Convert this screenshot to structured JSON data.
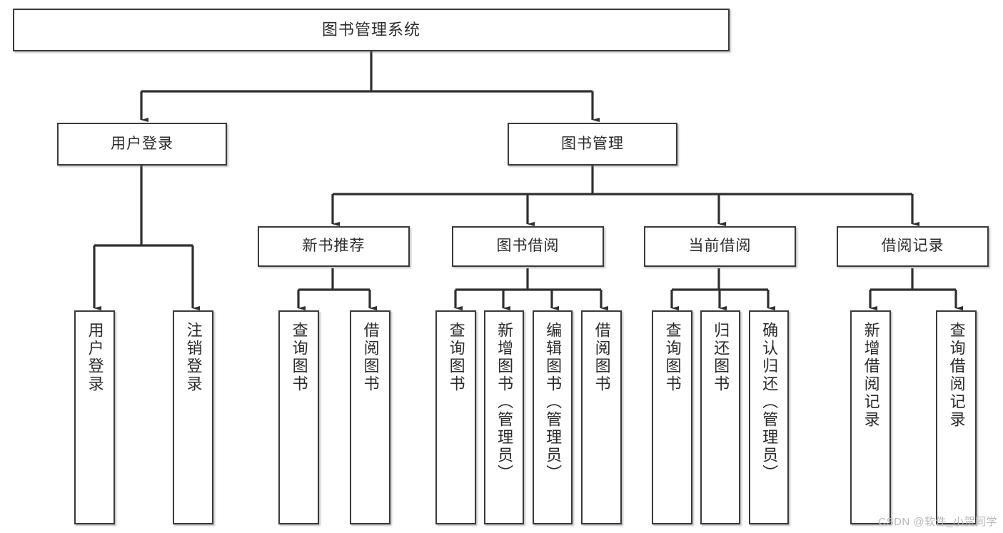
{
  "diagram": {
    "type": "tree-hierarchy",
    "title": "图书管理系统",
    "orientation": "top-down",
    "colors": {
      "background": "#ffffff",
      "box_border": "#3a3a3a",
      "box_fill": "#ffffff",
      "text": "#2b2b2b",
      "connector": "#2f2f2f",
      "watermark": "#b8b8b8"
    },
    "levels": {
      "root": {
        "label": "图书管理系统"
      },
      "level2": [
        {
          "id": "user-login",
          "label": "用户登录"
        },
        {
          "id": "book-management",
          "label": "图书管理"
        }
      ],
      "level3": [
        {
          "id": "new-book-recommend",
          "label": "新书推荐",
          "parent": "book-management"
        },
        {
          "id": "book-borrow",
          "label": "图书借阅",
          "parent": "book-management"
        },
        {
          "id": "current-borrow",
          "label": "当前借阅",
          "parent": "book-management"
        },
        {
          "id": "borrow-record",
          "label": "借阅记录",
          "parent": "book-management"
        }
      ],
      "leaves": [
        {
          "id": "leaf-user-login",
          "label": "用户登录",
          "parent": "user-login"
        },
        {
          "id": "leaf-user-logout",
          "label": "注销登录",
          "parent": "user-login"
        },
        {
          "id": "leaf-query-book-1",
          "label": "查询图书",
          "parent": "new-book-recommend"
        },
        {
          "id": "leaf-borrow-book-1",
          "label": "借阅图书",
          "parent": "new-book-recommend"
        },
        {
          "id": "leaf-query-book-2",
          "label": "查询图书",
          "parent": "book-borrow"
        },
        {
          "id": "leaf-add-book",
          "label": "新增图书（管理员）",
          "parent": "book-borrow"
        },
        {
          "id": "leaf-edit-book",
          "label": "编辑图书（管理员）",
          "parent": "book-borrow"
        },
        {
          "id": "leaf-borrow-book-2",
          "label": "借阅图书",
          "parent": "book-borrow"
        },
        {
          "id": "leaf-query-book-3",
          "label": "查询图书",
          "parent": "current-borrow"
        },
        {
          "id": "leaf-return-book",
          "label": "归还图书",
          "parent": "current-borrow"
        },
        {
          "id": "leaf-confirm-return",
          "label": "确认归还（管理员）",
          "parent": "current-borrow"
        },
        {
          "id": "leaf-add-record",
          "label": "新增借阅记录",
          "parent": "borrow-record"
        },
        {
          "id": "leaf-query-record",
          "label": "查询借阅记录",
          "parent": "borrow-record"
        }
      ]
    }
  },
  "watermark": {
    "text": "CSDN @软件_小贺同学"
  }
}
